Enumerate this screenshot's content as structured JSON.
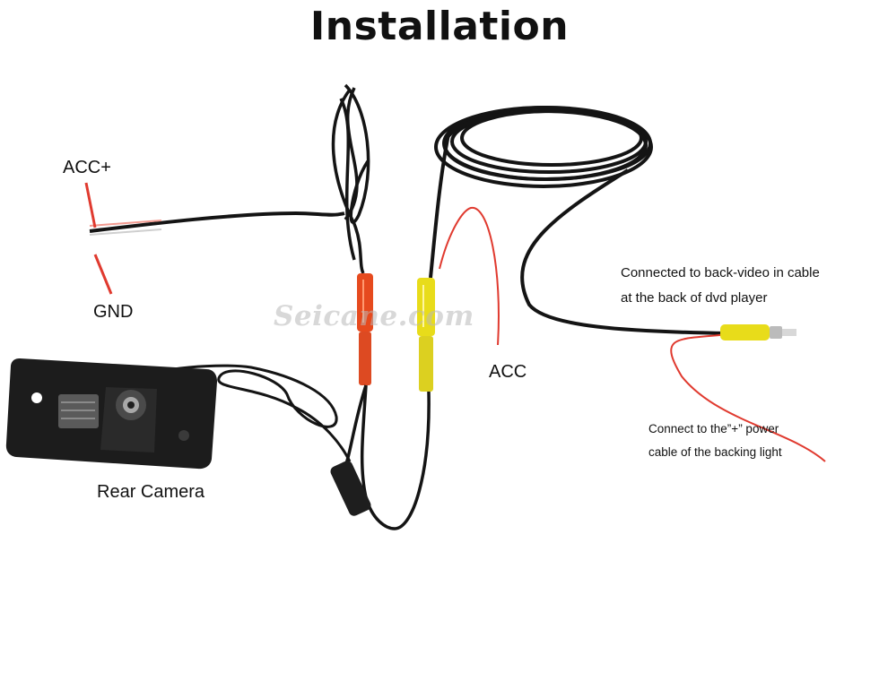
{
  "title": "Installation",
  "labels": {
    "acc_plus": "ACC+",
    "gnd": "GND",
    "acc": "ACC",
    "rear_camera": "Rear Camera",
    "back_video_line1": "Connected to back-video in cable",
    "back_video_line2": "at the back of dvd player",
    "power_line1": "Connect to the”+” power",
    "power_line2": "cable of the backing light"
  },
  "watermark": "Seicane.com",
  "colors": {
    "cable": "#141414",
    "red_wire": "#e03a2f",
    "red_connector": "#e64a1e",
    "yellow_connector": "#e8dc1a",
    "camera_body": "#1c1c1c",
    "background": "#ffffff"
  },
  "icons": [
    "rear-camera-icon",
    "rca-connector-icon"
  ]
}
